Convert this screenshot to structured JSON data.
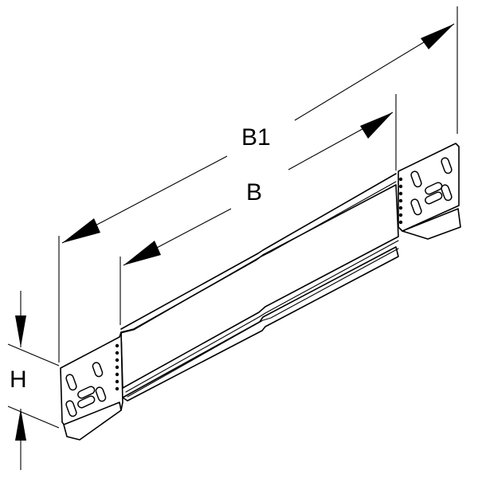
{
  "labels": {
    "overall_width": "B1",
    "inner_width": "B",
    "height": "H"
  }
}
